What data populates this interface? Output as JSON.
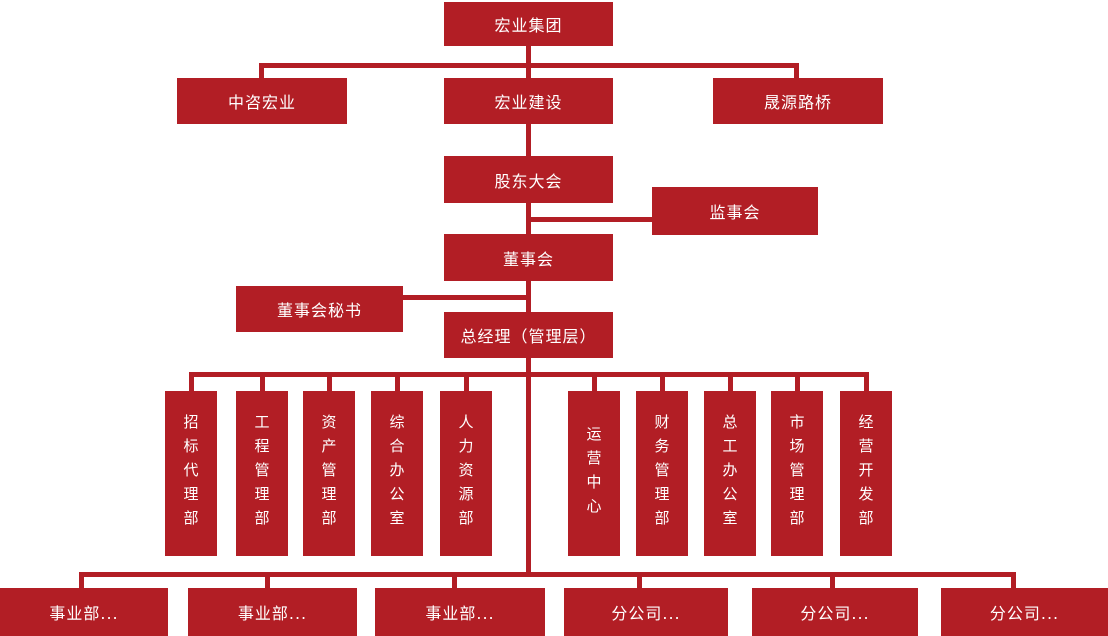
{
  "colors": {
    "node_fill": "#B21E25",
    "connector": "#B21E25",
    "node_text": "#FFFFFF",
    "background": "#FFFFFF"
  },
  "org": {
    "root": {
      "label": "宏业集团"
    },
    "level2": [
      {
        "label": "中咨宏业"
      },
      {
        "label": "宏业建设"
      },
      {
        "label": "晟源路桥"
      }
    ],
    "governance": {
      "shareholders_meeting": {
        "label": "股东大会"
      },
      "supervisory_board": {
        "label": "监事会"
      },
      "board_of_directors": {
        "label": "董事会"
      },
      "board_secretary": {
        "label": "董事会秘书"
      },
      "general_manager": {
        "label": "总经理（管理层）"
      }
    },
    "departments": [
      {
        "label": "招标代理部"
      },
      {
        "label": "工程管理部"
      },
      {
        "label": "资产管理部"
      },
      {
        "label": "综合办公室"
      },
      {
        "label": "人力资源部"
      },
      {
        "label": "运营中心"
      },
      {
        "label": "财务管理部"
      },
      {
        "label": "总工办公室"
      },
      {
        "label": "市场管理部"
      },
      {
        "label": "经营开发部"
      }
    ],
    "bottom_units": [
      {
        "label": "事业部..."
      },
      {
        "label": "事业部..."
      },
      {
        "label": "事业部..."
      },
      {
        "label": "分公司..."
      },
      {
        "label": "分公司..."
      },
      {
        "label": "分公司..."
      }
    ]
  }
}
